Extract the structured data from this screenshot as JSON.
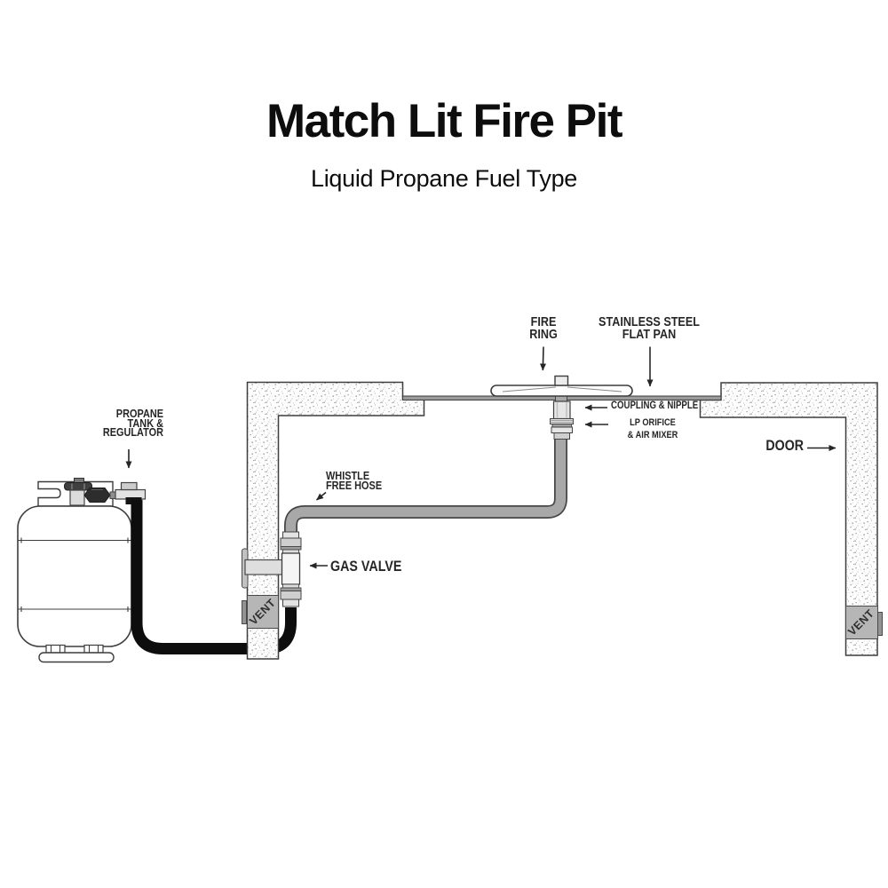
{
  "title": "Match Lit Fire Pit",
  "subtitle": "Liquid Propane Fuel Type",
  "labels": {
    "propane_tank_regulator": "PROPANE\nTANK &\nREGULATOR",
    "whistle_free_hose": "WHISTLE\nFREE HOSE",
    "gas_valve": "GAS VALVE",
    "fire_ring": "FIRE\nRING",
    "flat_pan": "STAINLESS STEEL\nFLAT PAN",
    "coupling_nipple": "COUPLING & NIPPLE",
    "lp_orifice_air_mixer": "LP ORIFICE\n& AIR MIXER",
    "door": "DOOR",
    "vent_left": "VENT",
    "vent_right": "VENT"
  },
  "colors": {
    "text": "#262626",
    "black_hose": "#0d0d0d",
    "gray_hose": "#a8a8a8",
    "pan_gray": "#9b9b9b",
    "vent_fill": "#b6b6b6",
    "wall_outline": "#3d3d3d"
  }
}
